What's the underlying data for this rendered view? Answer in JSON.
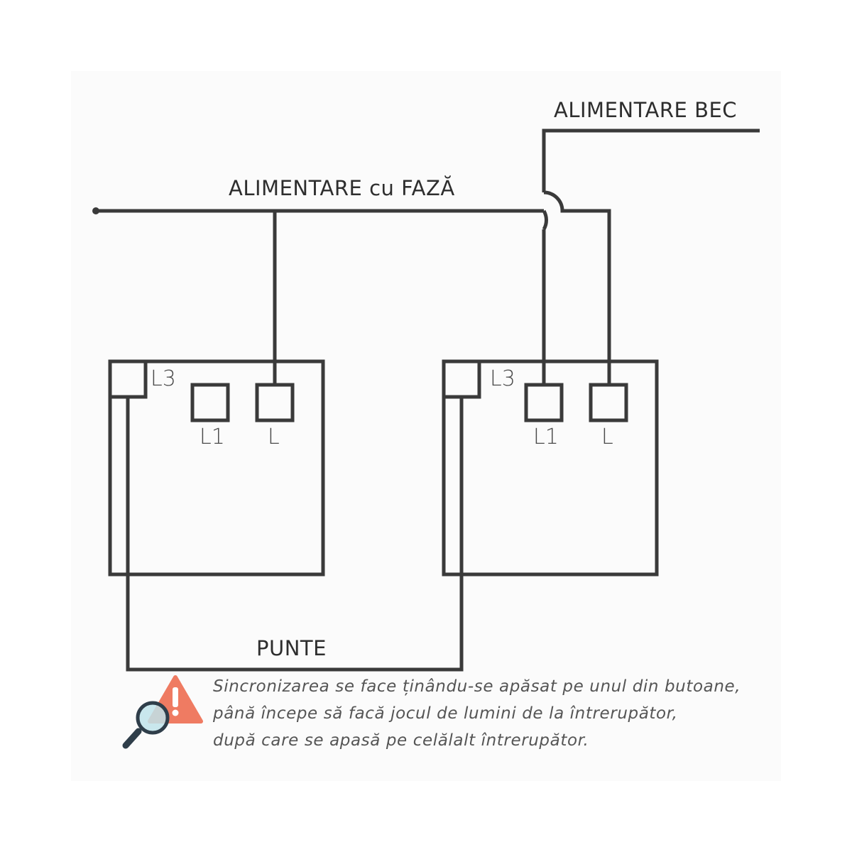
{
  "labels": {
    "supply_lamp": "ALIMENTARE BEC",
    "supply_phase": "ALIMENTARE cu FAZĂ",
    "bridge": "PUNTE"
  },
  "switch_left": {
    "l3": "L3",
    "l1": "L1",
    "l": "L"
  },
  "switch_right": {
    "l3": "L3",
    "l1": "L1",
    "l": "L"
  },
  "note": {
    "line1": "Sincronizarea se face ținându-se apăsat pe unul din butoane,",
    "line2": "până începe să facă jocul de lumini de la întrerupător,",
    "line3": "după care se apasă pe celălalt întrerupător."
  },
  "icons": {
    "warning": "warning-magnifier-icon"
  },
  "colors": {
    "wire": "#3a3a3a",
    "warning": "#ef7b62",
    "magnifier_glass": "#bfe3ea",
    "magnifier_handle": "#2f3e4a"
  }
}
